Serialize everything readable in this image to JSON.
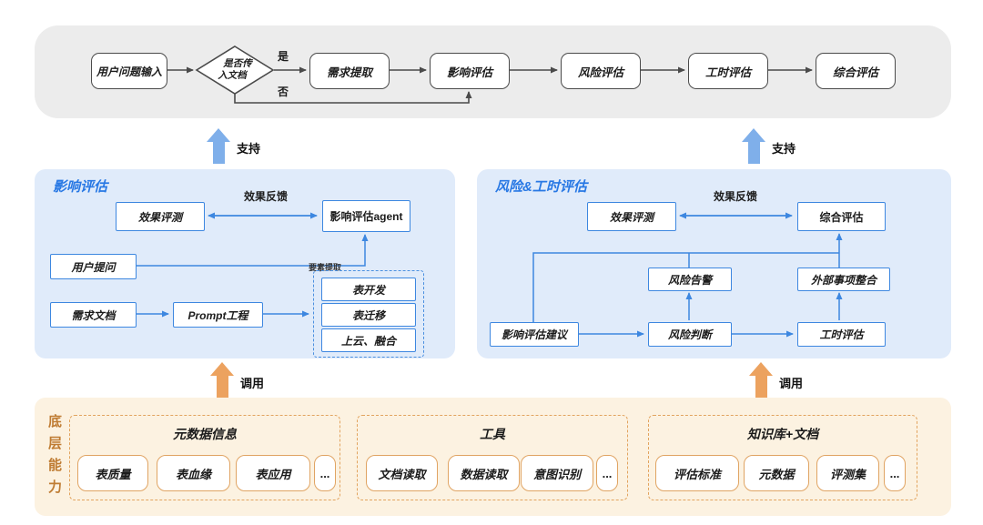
{
  "top_flow": {
    "nodes": [
      "用户问题输入",
      "需求提取",
      "影响评估",
      "风险评估",
      "工时评估",
      "综合评估"
    ],
    "decision": {
      "line1": "是否传",
      "line2": "入文档"
    },
    "yes_label": "是",
    "no_label": "否"
  },
  "support_arrows": {
    "left_label": "支持",
    "right_label": "支持"
  },
  "invoke_arrows": {
    "left_label": "调用",
    "right_label": "调用"
  },
  "impact_panel": {
    "title": "影响评估",
    "feedback_label": "效果反馈",
    "effect_eval": "效果评测",
    "agent": "影响评估agent",
    "user_question": "用户提问",
    "req_doc": "需求文档",
    "prompt_eng": "Prompt工程",
    "extract_group": {
      "label": "要素提取",
      "items": [
        "表开发",
        "表迁移",
        "上云、融合"
      ]
    }
  },
  "risk_panel": {
    "title": "风险&工时评估",
    "feedback_label": "效果反馈",
    "effect_eval": "效果评测",
    "combined_eval": "综合评估",
    "risk_alert": "风险告警",
    "external_items": "外部事项整合",
    "impact_advice": "影响评估建议",
    "risk_judge": "风险判断",
    "workhour_eval": "工时评估"
  },
  "foundation": {
    "title": "底层能力",
    "sections": [
      {
        "label": "元数据信息",
        "items": [
          "表质量",
          "表血缘",
          "表应用",
          "..."
        ]
      },
      {
        "label": "工具",
        "items": [
          "文档读取",
          "数据读取",
          "意图识别",
          "..."
        ]
      },
      {
        "label": "知识库+文档",
        "items": [
          "评估标准",
          "元数据",
          "评测集",
          "..."
        ]
      }
    ]
  },
  "colors": {
    "gray_panel": "#ececec",
    "blue_panel": "#e0ebfa",
    "blue_accent": "#3d87e0",
    "blue_title": "#2878e4",
    "big_arrow_blue": "#7fafea",
    "big_arrow_orange": "#eca25f",
    "cream_panel": "#fcf2e1",
    "orange_border": "#e0a463",
    "orange_title": "#bf7c33",
    "line_gray": "#4a4a4a"
  }
}
